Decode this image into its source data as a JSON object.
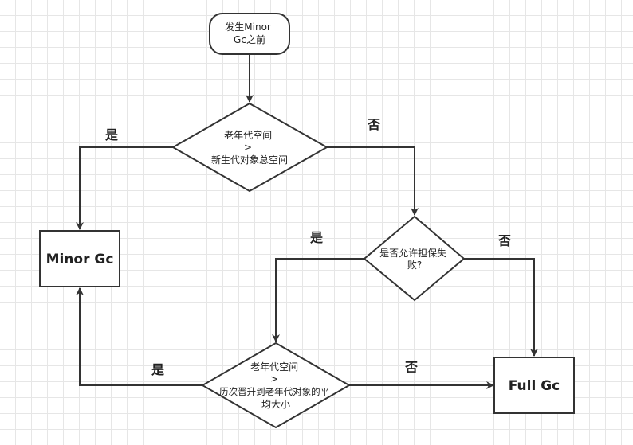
{
  "nodes": {
    "start": {
      "lines": [
        "发生Minor",
        "Gc之前"
      ]
    },
    "decision1": {
      "lines": [
        "老年代空间",
        ">",
        "新生代对象总空间"
      ]
    },
    "decision2": {
      "lines": [
        "是否允许担保失",
        "败?"
      ]
    },
    "decision3": {
      "lines": [
        "老年代空间",
        ">",
        "历次晋升到老年代对象的平",
        "均大小"
      ]
    },
    "minor_gc": {
      "label": "Minor Gc"
    },
    "full_gc": {
      "label": "Full Gc"
    }
  },
  "edge_labels": {
    "d1_yes": "是",
    "d1_no": "否",
    "d2_yes": "是",
    "d2_no": "否",
    "d3_yes": "是",
    "d3_no": "否"
  }
}
